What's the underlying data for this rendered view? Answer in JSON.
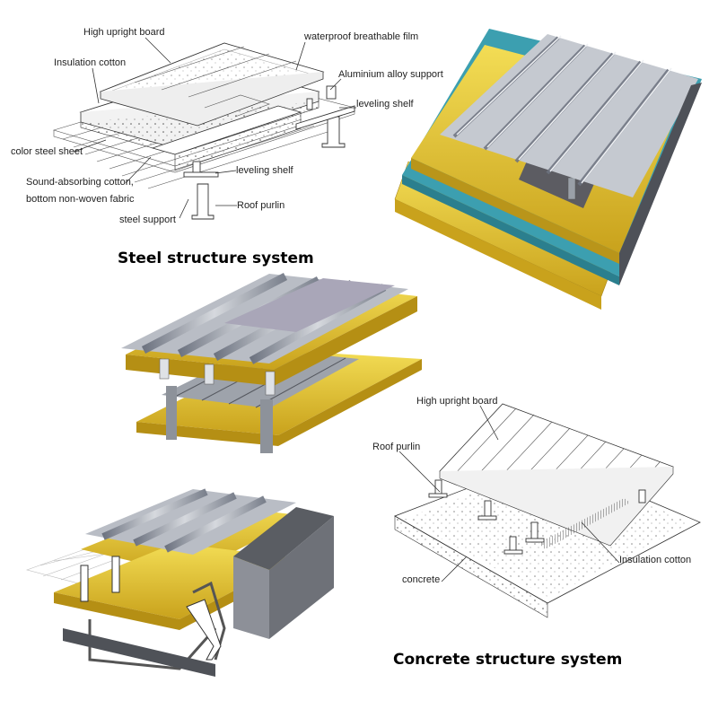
{
  "steel_section": {
    "title": "Steel structure system",
    "labels": {
      "high_upright_board": "High upright board",
      "waterproof_film": "waterproof breathable film",
      "insulation_cotton": "Insulation cotton",
      "aluminium_support": "Aluminium alloy support",
      "leveling_shelf_top": "leveling shelf",
      "color_steel_sheet": "color steel sheet",
      "sound_absorbing_1": "Sound-absorbing cotton,",
      "sound_absorbing_2": "bottom non-woven fabric",
      "leveling_shelf_mid": "leveling shelf",
      "roof_purlin": "Roof purlin",
      "steel_support": "steel support"
    }
  },
  "concrete_section": {
    "title": "Concrete structure system",
    "labels": {
      "high_upright_board": "High upright board",
      "roof_purlin": "Roof purlin",
      "insulation_cotton": "Insulation cotton",
      "concrete": "concrete"
    }
  },
  "colors": {
    "insulation_yellow": "#e8c832",
    "membrane_teal": "#3c9fb0",
    "steel_gray": "#8a8f99",
    "steel_light": "#c5c9d0"
  }
}
